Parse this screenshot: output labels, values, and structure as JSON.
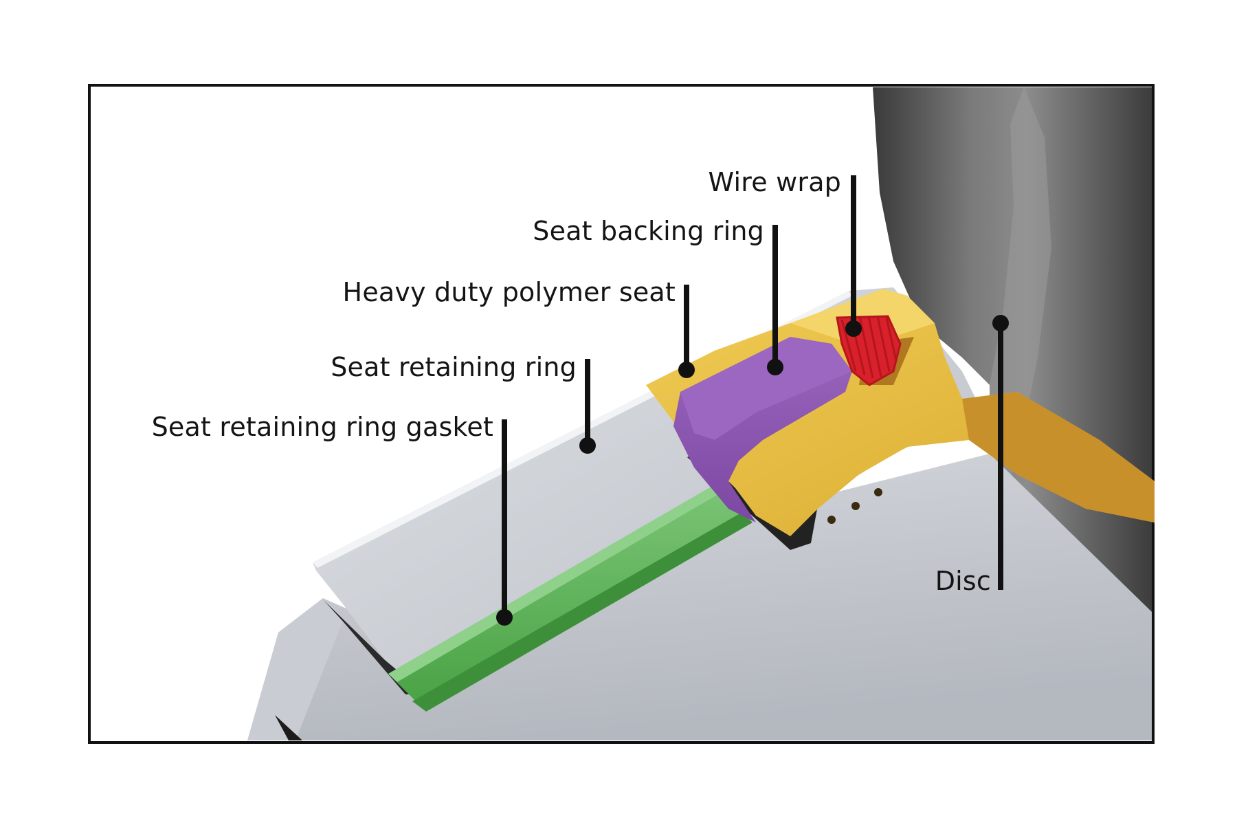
{
  "figure": {
    "callouts": [
      {
        "id": "wire-wrap",
        "label": "Wire wrap"
      },
      {
        "id": "seat-backing-ring",
        "label": "Seat backing ring"
      },
      {
        "id": "polymer-seat",
        "label": "Heavy duty polymer seat"
      },
      {
        "id": "seat-retaining-ring",
        "label": "Seat retaining ring"
      },
      {
        "id": "seat-retaining-ring-gasket",
        "label": "Seat retaining ring gasket"
      },
      {
        "id": "disc",
        "label": "Disc"
      }
    ],
    "colors": {
      "gasket": "#5cb55a",
      "seat": "#8e58b3",
      "backing_ring": "#e6bb3e",
      "wire_wrap": "#d8212a",
      "disc": "#5c5c5c",
      "retaining_ring": "#c8ccd2",
      "frame": "#111111"
    }
  }
}
